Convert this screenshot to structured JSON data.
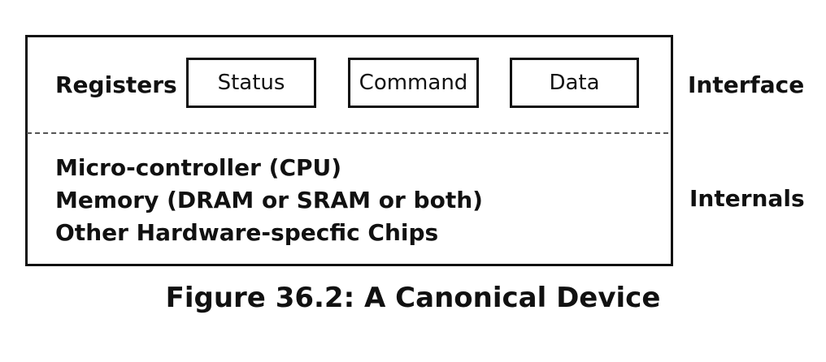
{
  "device": {
    "registers_label": "Registers",
    "registers": [
      "Status",
      "Command",
      "Data"
    ],
    "internals": [
      "Micro-controller (CPU)",
      "Memory (DRAM or SRAM or both)",
      "Other Hardware-specfic Chips"
    ]
  },
  "side_labels": {
    "interface": "Interface",
    "internals": "Internals"
  },
  "caption": "Figure 36.2: A Canonical Device"
}
